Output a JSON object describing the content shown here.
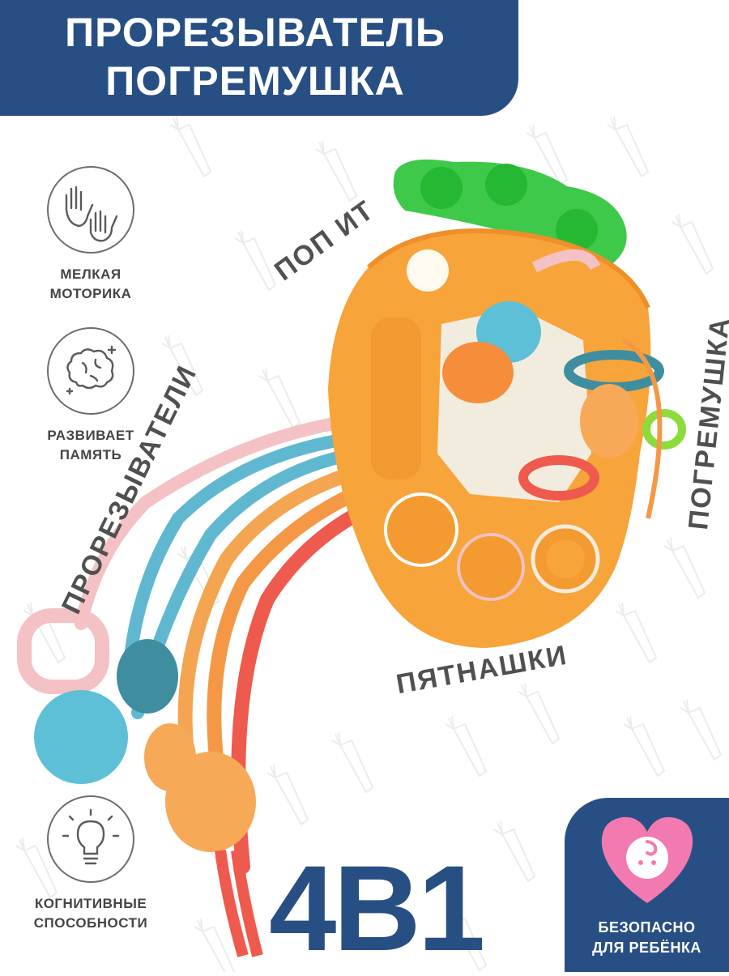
{
  "banner": {
    "line1": "ПРОРЕЗЫВАТЕЛЬ",
    "line2": "ПОГРЕМУШКА"
  },
  "features": [
    {
      "icon": "hands-icon",
      "line1": "МЕЛКАЯ",
      "line2": "МОТОРИКА"
    },
    {
      "icon": "brain-icon",
      "line1": "РАЗВИВАЕТ",
      "line2": "ПАМЯТЬ"
    },
    {
      "icon": "lightbulb-icon",
      "line1": "КОГНИТИВНЫЕ",
      "line2": "СПОСОБНОСТИ"
    }
  ],
  "toy_labels": {
    "pop_it": "ПОП ИТ",
    "teethers": "ПРОРЕЗЫВАТЕЛИ",
    "rattle": "ПОГРЕМУШКА",
    "fifteen_puzzle": "ПЯТНАШКИ"
  },
  "big_text": "4В1",
  "safe_badge": {
    "icon": "baby-heart-icon",
    "line1": "БЕЗОПАСНО",
    "line2": "ДЛЯ РЕБЁНКА"
  },
  "colors": {
    "brand_blue": "#284f83",
    "carrot_orange": "#f7a43b",
    "leaf_green": "#3fc94a",
    "heart_pink": "#f27ab0"
  }
}
